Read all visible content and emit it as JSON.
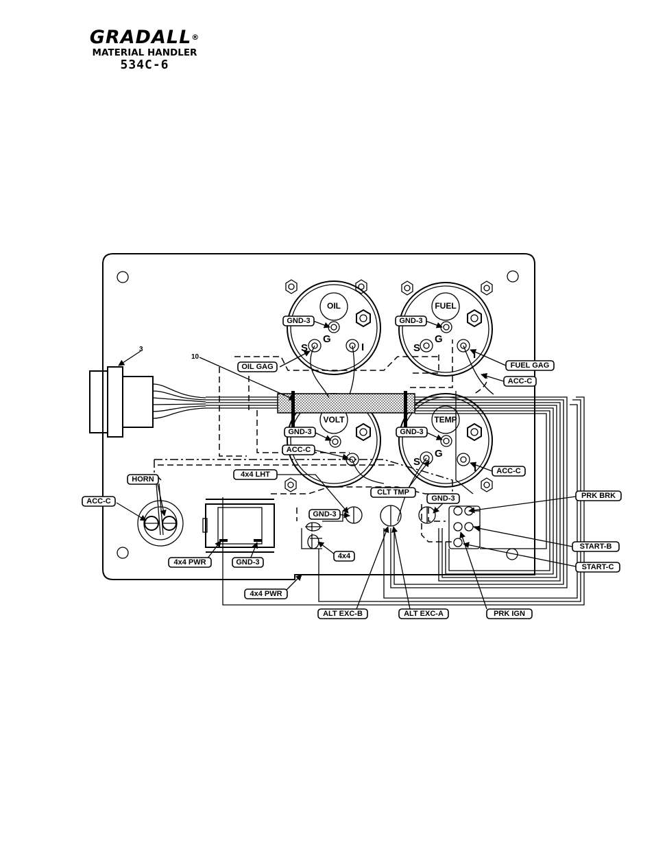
{
  "header": {
    "brand": "GRADALL",
    "registered": "®",
    "subtitle": "MATERIAL HANDLER",
    "model": "534C-6"
  },
  "gauges": {
    "oil": "OIL",
    "fuel": "FUEL",
    "volt": "VOLT",
    "temp": "TEMP"
  },
  "terminal_letters": {
    "s": "S",
    "g": "G",
    "i": "I"
  },
  "item_numbers": {
    "connector": "3",
    "sleeve": "10"
  },
  "wire_tags": {
    "gnd3_oil": "GND-3",
    "gnd3_fuel": "GND-3",
    "oil_gag": "OIL GAG",
    "fuel_gag": "FUEL GAG",
    "acc_c_fuel": "ACC-C",
    "gnd3_volt": "GND-3",
    "gnd3_temp": "GND-3",
    "acc_c_volt": "ACC-C",
    "acc_c_temp": "ACC-C",
    "horn": "HORN",
    "lht_4x4": "4x4 LHT",
    "clt_tmp": "CLT TMP",
    "gnd3_switch": "GND-3",
    "gnd3_key": "GND-3",
    "prk_brk": "PRK BRK",
    "acc_c_horn": "ACC-C",
    "start_b": "START-B",
    "start_c": "START-C",
    "pwr_4x4": "4x4 PWR",
    "gnd3_box": "GND-3",
    "tag_4x4": "4x4",
    "pwr_4x4_bottom": "4x4 PWR",
    "alt_exc_b": "ALT EXC-B",
    "alt_exc_a": "ALT EXC-A",
    "prk_ign": "PRK IGN"
  }
}
